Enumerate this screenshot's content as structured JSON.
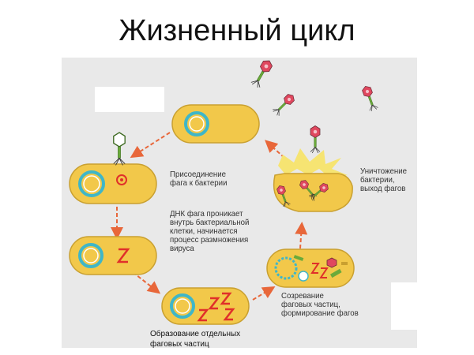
{
  "slide": {
    "title": "Жизненный цикл"
  },
  "diagram": {
    "labels": {
      "attachment": "Присоединение\nфага к бактерии",
      "dna_entry": "ДНК фага проникает\nвнутрь бактериальной\nклетки, начинается\nпроцесс размножения\nвируса",
      "maturation": "Созревание\nфаговых частиц,\nформирование фагов",
      "lysis": "Уничтожение\nбактерии,\nвыход фагов",
      "formation": "Образование отдельных\nфаговых частиц"
    },
    "colors": {
      "bacterium": "#f2c84a",
      "bacterium_outline": "#c9a030",
      "nucleoid_ring": "#3fb6c8",
      "phage_dna": "#e0302a",
      "arrow": "#e8673a",
      "phage_head": "#e0485f",
      "phage_tail": "#6aaa3a",
      "burst": "#f6e472"
    }
  }
}
